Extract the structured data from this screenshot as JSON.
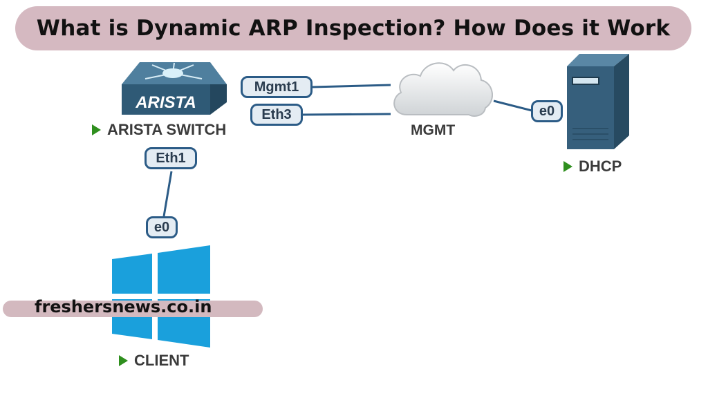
{
  "title": "What is Dynamic ARP Inspection? How Does it Work",
  "watermark": "freshersnews.co.in",
  "nodes": {
    "switch": {
      "logo_text": "ARISTA",
      "label": "ARISTA SWITCH"
    },
    "cloud": {
      "label": "MGMT"
    },
    "dhcp": {
      "label": "DHCP"
    },
    "client": {
      "label": "CLIENT"
    }
  },
  "ports": {
    "mgmt1": "Mgmt1",
    "eth3": "Eth3",
    "eth1": "Eth1",
    "client_e0": "e0",
    "dhcp_e0": "e0"
  },
  "colors": {
    "title_bar": "#d5b9c1",
    "link": "#2b5b86",
    "switch_body": "#3a6784",
    "status_play": "#2f8f1e",
    "windows_logo": "#1aa0dc"
  }
}
